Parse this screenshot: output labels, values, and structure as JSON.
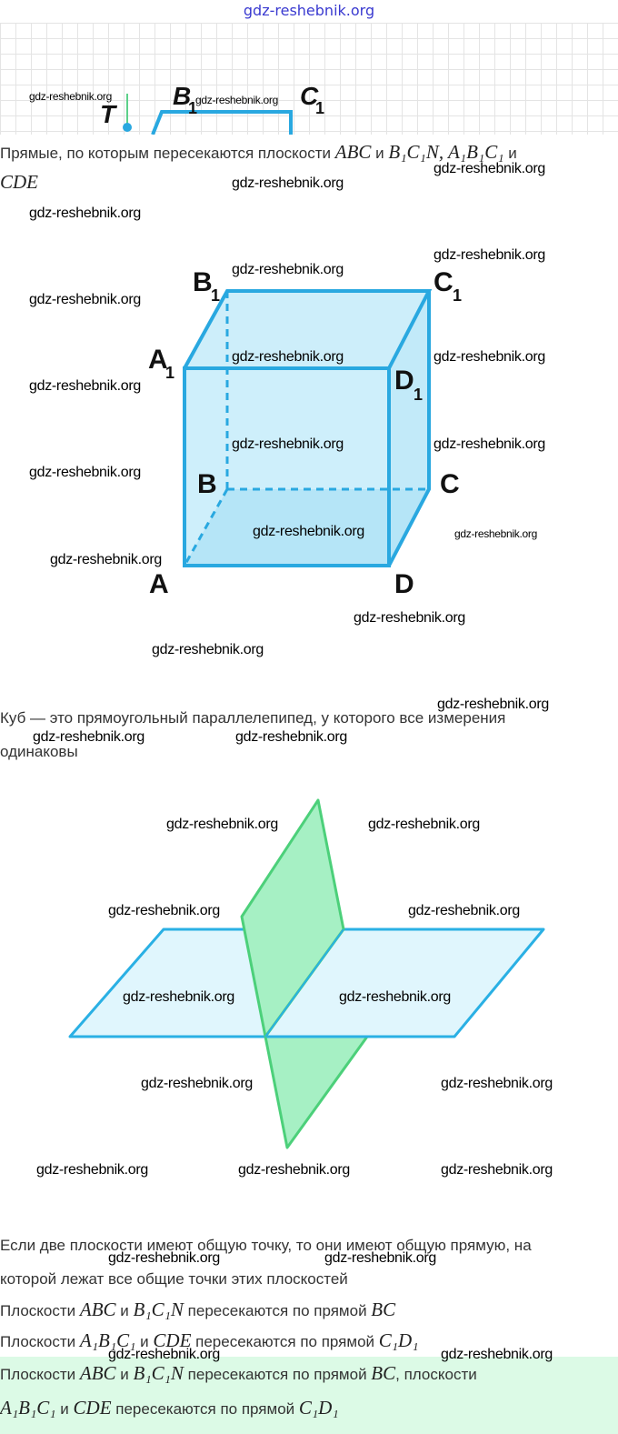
{
  "header": {
    "site": "gdz-reshebnik.org"
  },
  "watermark": "gdz-reshebnik.org",
  "top_figure": {
    "labels": {
      "T": "T",
      "B1": "B",
      "C1": "C",
      "sub": "1"
    }
  },
  "para1": {
    "text_a": "Прямые, по которым пересекаются плоскости ",
    "m1": "ABC",
    "and": " и ",
    "m2": "B₁C₁N, A₁B₁C₁",
    "and2": " и",
    "m3": "CDE"
  },
  "cube": {
    "labels": {
      "A": "A",
      "B": "B",
      "C": "C",
      "D": "D",
      "A1": "A",
      "B1": "B",
      "C1": "C",
      "D1": "D",
      "sub": "1"
    },
    "colors": {
      "edge": "#29a8e0",
      "fill": "#bfe9f8"
    }
  },
  "para2": {
    "line1": "Куб — это прямоугольный параллелепипед, у которого все измерения",
    "line2": "одинаковы"
  },
  "planes": {
    "colors": {
      "blue_edge": "#2ab0e4",
      "blue_fill": "#e0f6fd",
      "green_edge": "#4cd07a",
      "green_fill": "#a6f0c4"
    }
  },
  "para3": {
    "line1": "Если две плоскости имеют общую точку, то они имеют общую прямую, на",
    "line2": "которой лежат все общие точки этих плоскостей"
  },
  "para4": {
    "a": "Плоскости ",
    "m1": "ABC",
    "b": " и ",
    "m2": "B₁C₁N",
    "c": " пересекаются по прямой ",
    "m3": "BC"
  },
  "para5": {
    "a": "Плоскости ",
    "m1": "A₁B₁C₁",
    "b": " и ",
    "m2": "CDE",
    "c": " пересекаются по прямой ",
    "m3": "C₁D₁"
  },
  "answer": {
    "a": "Плоскости ",
    "m1": "ABC",
    "b": " и ",
    "m2": "B₁C₁N",
    "c": " пересекаются по прямой ",
    "m3": "BC",
    "d": ", плоскости",
    "m4": "A₁B₁C₁",
    "e": " и ",
    "m5": "CDE",
    "f": " пересекаются по прямой ",
    "m6": "C₁D₁",
    "color": "#dcfae6"
  }
}
